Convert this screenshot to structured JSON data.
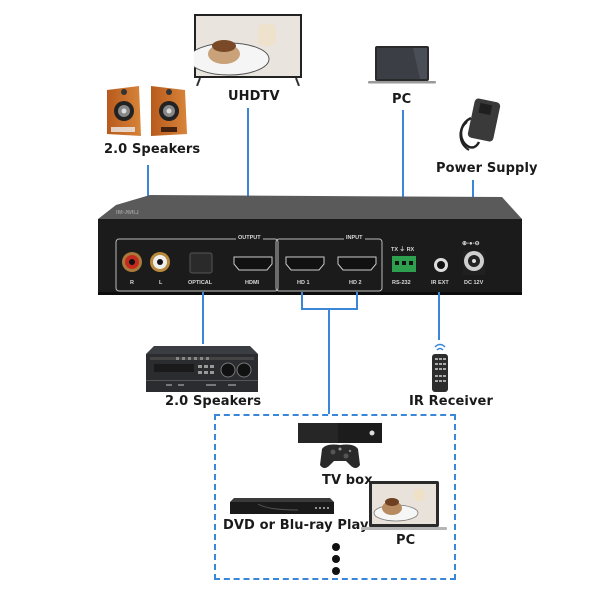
{
  "title": "HDMI switch connection diagram",
  "colors": {
    "wire": "#3a86d8",
    "device_body": "#1b1b1b",
    "terminal_green": "#2e9e4f"
  },
  "outputs": {
    "speakers_top": {
      "label": "2.0 Speakers",
      "icon": "bookshelf-speakers-icon"
    },
    "uhdtv": {
      "label": "UHDTV",
      "icon": "tv-icon"
    },
    "pc_top": {
      "label": "PC",
      "icon": "laptop-icon"
    },
    "power": {
      "label": "Power Supply",
      "icon": "power-adapter-icon"
    }
  },
  "device": {
    "brand": "LINK-MI",
    "output_group": "OUTPUT",
    "input_group": "INPUT",
    "ports": {
      "r": "R",
      "l": "L",
      "optical": "OPTICAL",
      "hdmi": "HDMI",
      "hd1": "HD 1",
      "hd2": "HD 2",
      "rs232_top": "TX ⏚ RX",
      "rs232": "RS-232",
      "ir": "IR EXT",
      "dc": "DC 12V",
      "polarity": "⊕-●-⊖"
    }
  },
  "bottom": {
    "amplifier": {
      "label": "2.0 Speakers",
      "icon": "amplifier-icon"
    },
    "ir": {
      "label": "IR Receiver",
      "icon": "remote-control-icon"
    },
    "sources": [
      {
        "label": "TV box",
        "icon": "game-console-icon"
      },
      {
        "label": "DVD or Blu-ray Player",
        "icon": "dvd-player-icon"
      },
      {
        "label": "PC",
        "icon": "laptop-icon"
      }
    ],
    "more": "more-sources-ellipsis"
  }
}
